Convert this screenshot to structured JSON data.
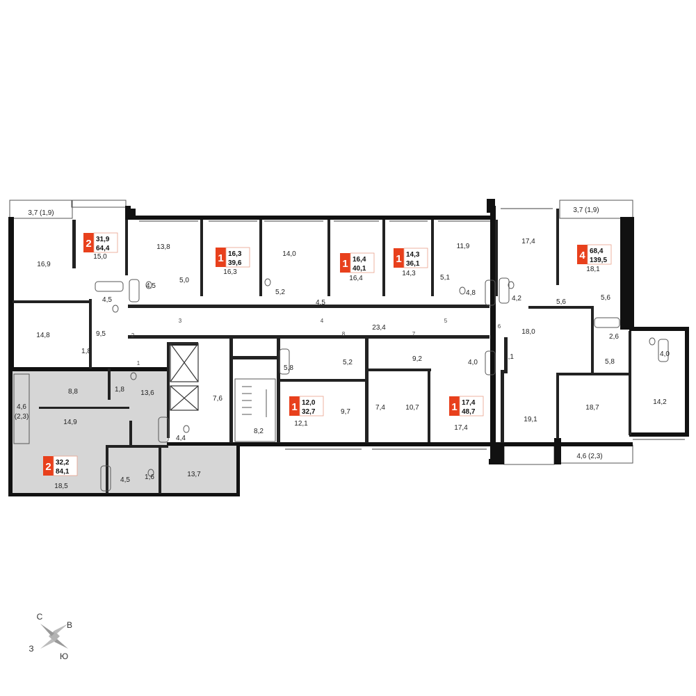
{
  "colors": {
    "wall": "#111111",
    "thin_wall": "#333333",
    "highlight": "#d6d6d6",
    "badge": "#e8401c"
  },
  "apartments": [
    {
      "rooms": "2",
      "living": "31,9",
      "total": "64,4",
      "highlighted": false
    },
    {
      "rooms": "1",
      "living": "16,3",
      "total": "39,6",
      "highlighted": false
    },
    {
      "rooms": "1",
      "living": "16,4",
      "total": "40,1",
      "highlighted": false
    },
    {
      "rooms": "1",
      "living": "14,3",
      "total": "36,1",
      "highlighted": false
    },
    {
      "rooms": "4",
      "living": "68,4",
      "total": "139,5",
      "highlighted": false
    },
    {
      "rooms": "1",
      "living": "12,0",
      "total": "32,7",
      "highlighted": false
    },
    {
      "rooms": "1",
      "living": "17,4",
      "total": "48,7",
      "highlighted": false
    },
    {
      "rooms": "2",
      "living": "32,2",
      "total": "84,1",
      "highlighted": true
    }
  ],
  "rooms": [
    "3,7 (1,9)",
    "16,9",
    "15,0",
    "14,8",
    "4,5",
    "9,5",
    "1,8",
    "1",
    "2",
    "13,8",
    "4,5",
    "5,0",
    "3",
    "16,3",
    "14,0",
    "5,2",
    "4,5",
    "4",
    "16,4",
    "14,3",
    "11,9",
    "5,1",
    "4,8",
    "5",
    "23,4",
    "8",
    "7",
    "17,4",
    "3,7 (1,9)",
    "18,1",
    "4,2",
    "5,6",
    "5,6",
    "6",
    "18,0",
    "2,6",
    "5,8",
    "4,0",
    "14,2",
    "8,8",
    "1,8",
    "13,6",
    "4,6",
    "(2,3)",
    "14,9",
    "4,4",
    "7,6",
    "8,2",
    "5,8",
    "5,2",
    "9,2",
    "4,0",
    "2,1",
    "12,1",
    "9,7",
    "7,4",
    "10,7",
    "17,4",
    "19,1",
    "18,7",
    "4,6 (2,3)",
    "18,5",
    "4,5",
    "1,6",
    "13,7"
  ],
  "compass": {
    "north": "С",
    "east": "В",
    "west": "З",
    "south": "Ю"
  }
}
